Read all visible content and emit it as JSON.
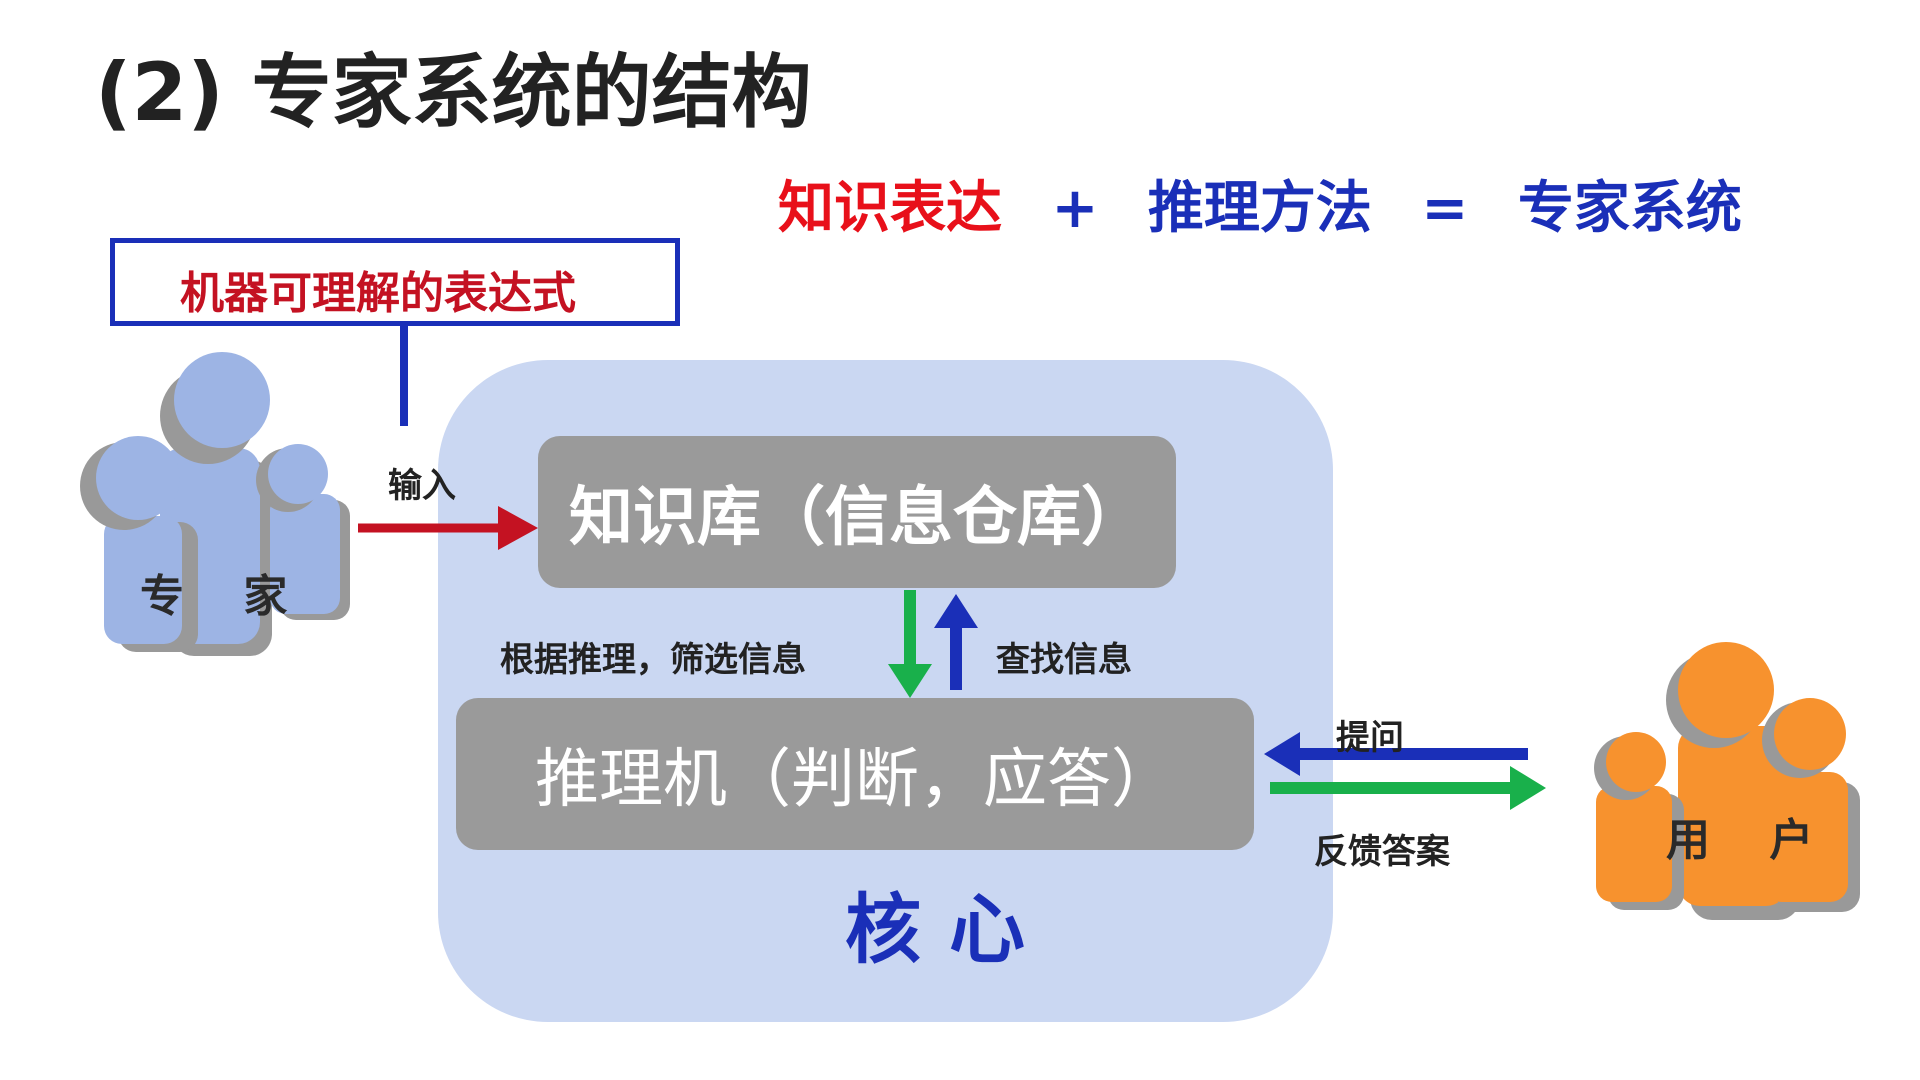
{
  "title": "(2) 专家系统的结构",
  "formula": {
    "part1": "知识表达",
    "plus": "+",
    "part2": "推理方法",
    "equals": "=",
    "result": "专家系统"
  },
  "callout": "机器可理解的表达式",
  "expert_label": "专 家",
  "user_label": "用 户",
  "input_label": "输入",
  "knowledge_base": "知识库（信息仓库）",
  "inference_engine": "推理机（判断，应答）",
  "filter_label": "根据推理，筛选信息",
  "lookup_label": "查找信息",
  "ask_label": "提问",
  "feedback_label": "反馈答案",
  "core_label": "核心",
  "colors": {
    "expert_people": "#9db4e4",
    "user_people": "#f7922e",
    "core_bg": "#cad7f2",
    "box_bg": "#9a9a9a",
    "red_arrow": "#c41222",
    "blue_arrow": "#1a2fb8",
    "green_arrow": "#19b04b"
  }
}
